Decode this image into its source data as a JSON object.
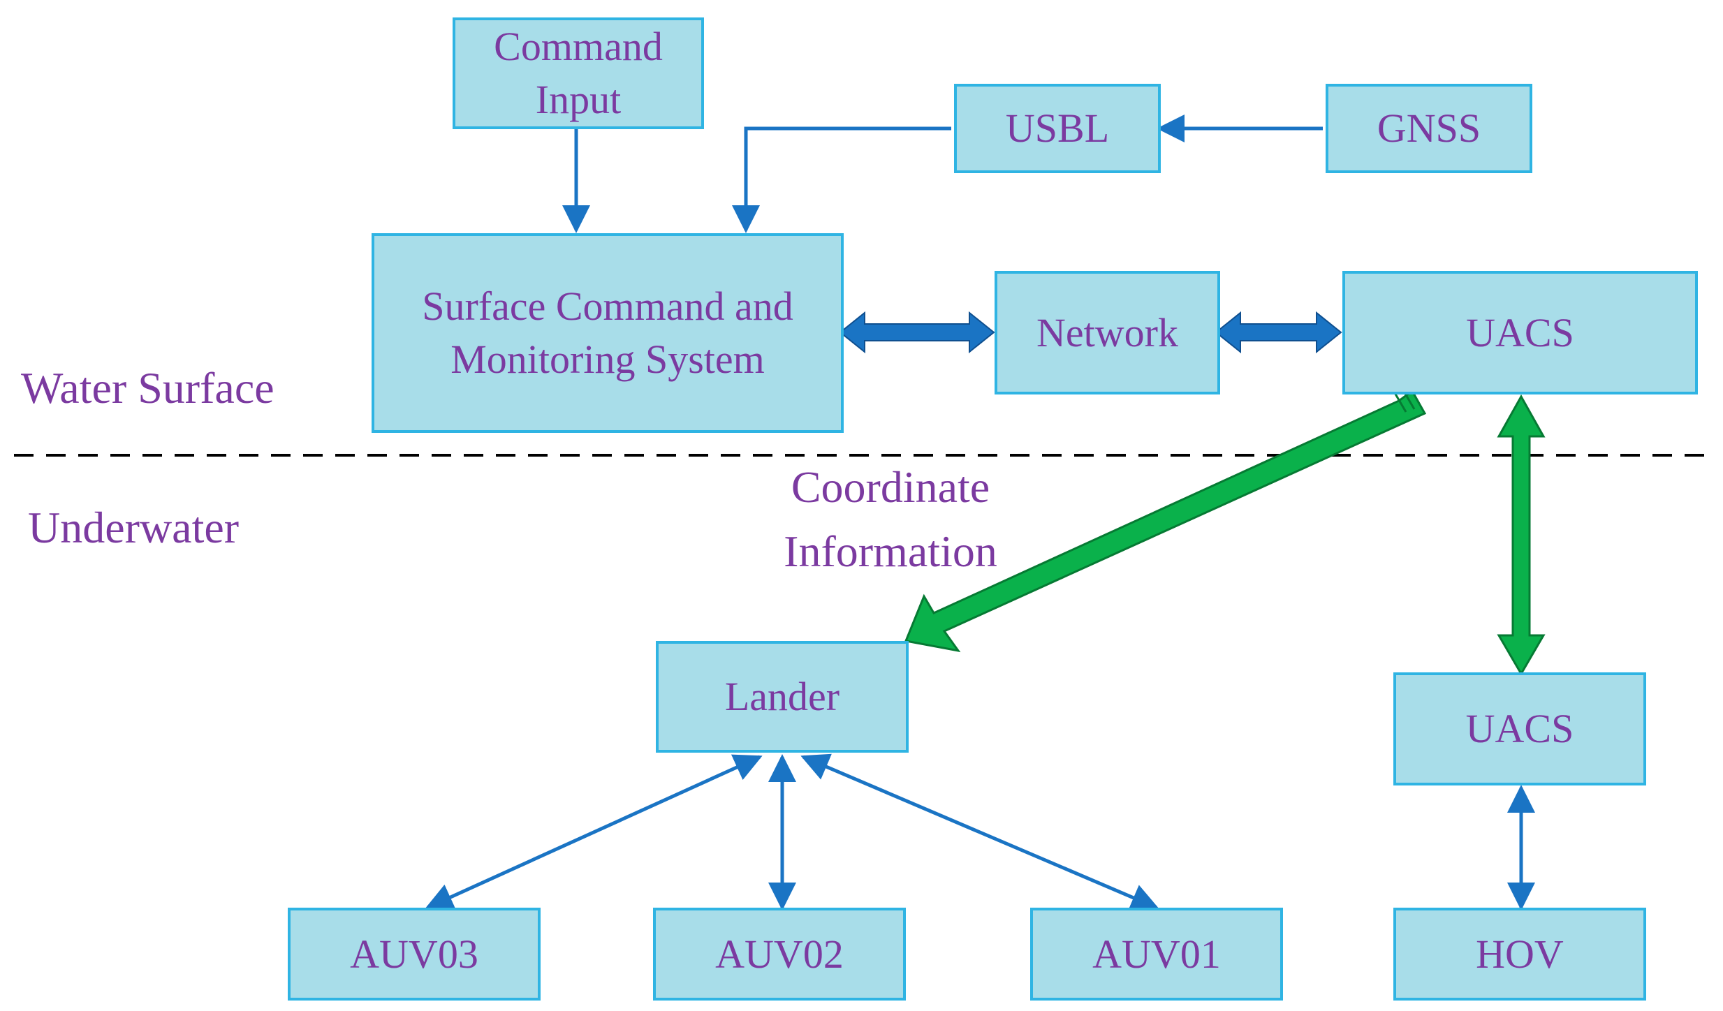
{
  "nodes": {
    "command_input": "Command\nInput",
    "usbl": "USBL",
    "gnss": "GNSS",
    "surface_system": "Surface Command and\nMonitoring System",
    "network": "Network",
    "uacs_surface": "UACS",
    "lander": "Lander",
    "uacs_underwater": "UACS",
    "auv03": "AUV03",
    "auv02": "AUV02",
    "auv01": "AUV01",
    "hov": "HOV"
  },
  "labels": {
    "water_surface": "Water Surface",
    "underwater": "Underwater",
    "coordinate_information": "Coordinate\nInformation"
  },
  "colors": {
    "box_fill": "#a8dde9",
    "box_border": "#2fb4e3",
    "text": "#7b3aa0",
    "arrow_blue": "#1a74c4",
    "arrow_green": "#0ab14b"
  }
}
